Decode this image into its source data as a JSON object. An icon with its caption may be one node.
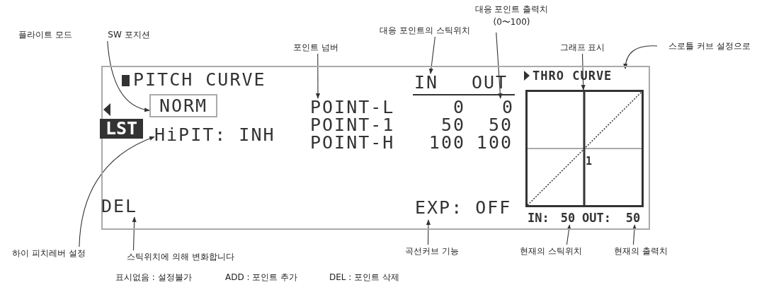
{
  "diagram": {
    "nodes": [
      {
        "text": [
          "대응 포인트 출력치",
          "(0〜100)"
        ]
      },
      {
        "text": [
          "대응 포인트의 스틱위치"
        ]
      },
      {
        "text": [
          "SW 포지션"
        ]
      },
      {
        "text": [
          "포인트 넘버"
        ]
      },
      {
        "text": [
          "그래프 표시"
        ]
      },
      {
        "text": [
          "스로틀 커브 설정으로"
        ]
      },
      {
        "text": [],
        "shape": "box"
      },
      {
        "text": [
          "PITCH CURVE"
        ],
        "in": 6
      },
      {
        "text": [
          "NORM"
        ],
        "in": 6
      },
      {
        "text": [
          "IN"
        ],
        "in": 6
      },
      {
        "text": [
          "THRO CURVE"
        ],
        "in": 6
      },
      {
        "text": [
          "LST"
        ],
        "in": 6
      },
      {
        "text": [
          "POINT-L"
        ],
        "in": 6
      },
      {
        "text": [
          "0"
        ],
        "in": 6
      },
      {
        "text": [],
        "shape": "box",
        "in": 6
      },
      {
        "text": [
          "HiPIT: INH"
        ],
        "in": 6
      },
      {
        "text": [
          "DEL"
        ],
        "in": 6
      },
      {
        "text": [
          "EXP: OFF"
        ],
        "in": 6
      },
      {
        "text": [
          "50"
        ],
        "in": 6
      },
      {
        "text": [
          "50"
        ],
        "in": 6
      },
      {
        "text": [
          "하이 피치레버 설정"
        ]
      },
      {
        "text": [
          "스틱위치에 의해 변화합니다"
        ]
      },
      {
        "text": [
          "곡선커브 기능"
        ]
      },
      {
        "text": [
          "현재의 스틱위치"
        ]
      },
      {
        "text": [
          "현재의 출력치"
        ]
      }
    ],
    "edges": [
      {
        "from": 0,
        "to": 13,
        "arrow": "to"
      },
      {
        "from": 1,
        "to": 9,
        "arrow": "to"
      },
      {
        "from": 2,
        "to": 8,
        "arrow": "to"
      },
      {
        "from": 3,
        "to": 12,
        "arrow": "to"
      },
      {
        "from": 4,
        "to": 14,
        "arrow": "to"
      },
      {
        "from": 5,
        "to": 10,
        "arrow": "to"
      },
      {
        "from": 20,
        "to": 15,
        "arrow": "to"
      },
      {
        "from": 21,
        "to": 16,
        "arrow": "to"
      },
      {
        "from": 22,
        "to": 17,
        "arrow": "to"
      },
      {
        "from": 23,
        "to": 18,
        "arrow": "to"
      },
      {
        "from": 24,
        "to": 19,
        "arrow": "to"
      }
    ],
    "labels": [
      "플라이트 모드",
      "OUT",
      "0",
      "POINT-1",
      "50",
      "50",
      "POINT-H",
      "100",
      "100",
      "1",
      "IN:",
      "OUT:",
      "표시없음 : 설정불가",
      "ADD : 포인트 추가",
      "DEL : 포인트 삭제"
    ]
  }
}
